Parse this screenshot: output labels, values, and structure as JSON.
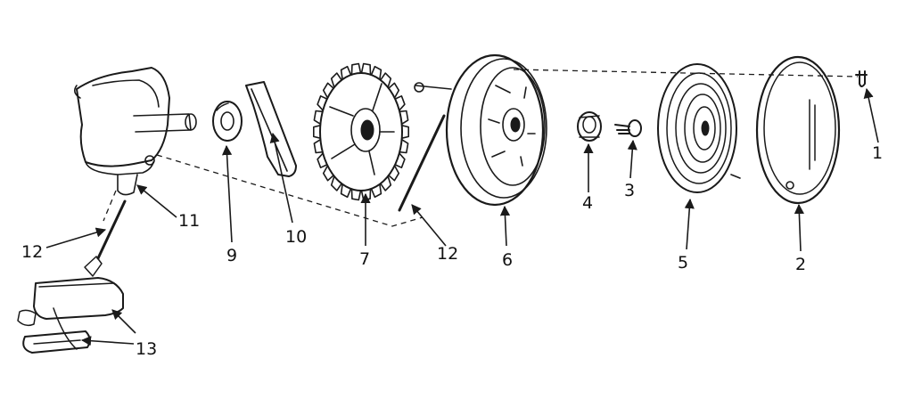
{
  "diagram": {
    "callouts": [
      {
        "id": "c1",
        "label": "1"
      },
      {
        "id": "c2",
        "label": "2"
      },
      {
        "id": "c3",
        "label": "3"
      },
      {
        "id": "c4",
        "label": "4"
      },
      {
        "id": "c5",
        "label": "5"
      },
      {
        "id": "c6",
        "label": "6"
      },
      {
        "id": "c7",
        "label": "7"
      },
      {
        "id": "c9",
        "label": "9"
      },
      {
        "id": "c10",
        "label": "10"
      },
      {
        "id": "c11",
        "label": "11"
      },
      {
        "id": "c12a",
        "label": "12"
      },
      {
        "id": "c12b",
        "label": "12"
      },
      {
        "id": "c13",
        "label": "13"
      }
    ]
  }
}
